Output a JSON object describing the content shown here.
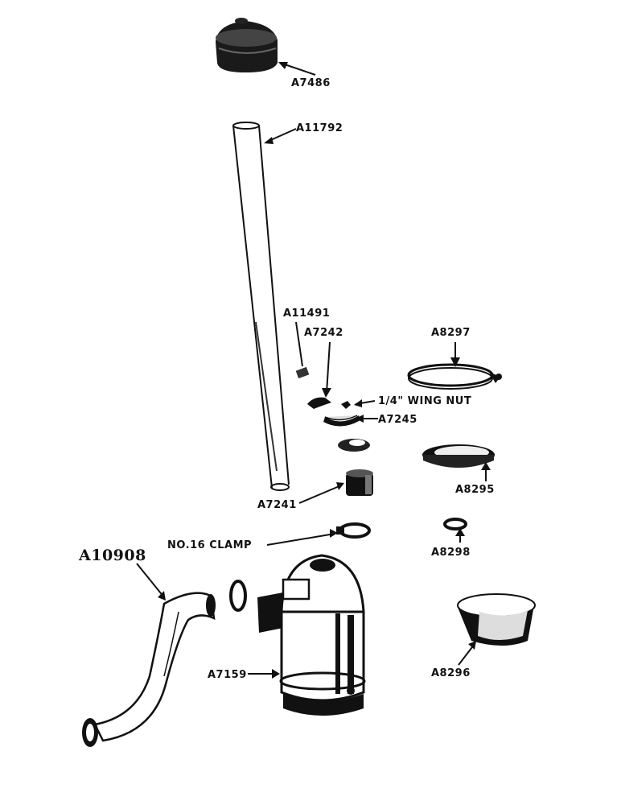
{
  "labels": {
    "a7486": "A7486",
    "a11792": "A11792",
    "a11491": "A11491",
    "a7242": "A7242",
    "a8297": "A8297",
    "wing_nut": "1/4\" WING NUT",
    "a7245": "A7245",
    "a8295": "A8295",
    "a7241": "A7241",
    "no16_clamp": "NO.16 CLAMP",
    "a8298": "A8298",
    "a10908": "A10908",
    "a7159": "A7159",
    "a8296": "A8296"
  }
}
